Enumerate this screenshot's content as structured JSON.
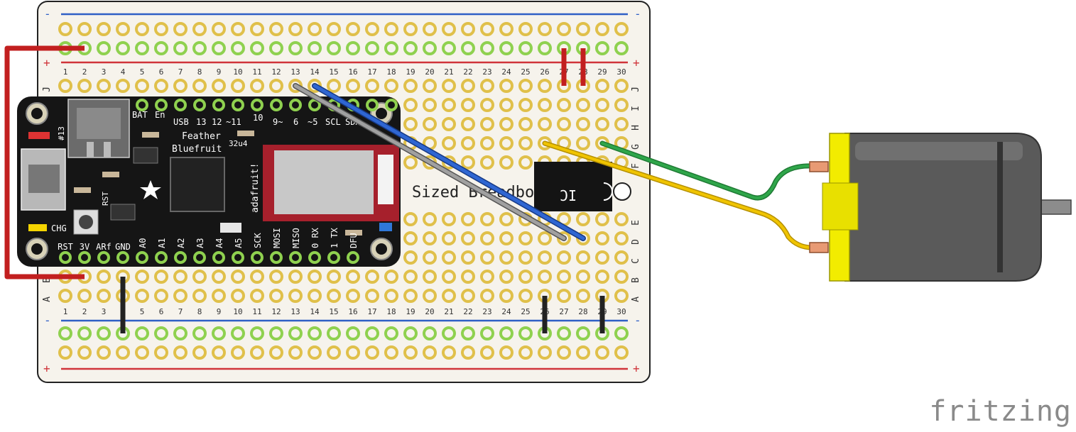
{
  "brand": "fritzing",
  "breadboard": {
    "title": "Sized Breadboard",
    "columns": [
      "1",
      "2",
      "3",
      "4",
      "5",
      "6",
      "7",
      "8",
      "9",
      "10",
      "11",
      "12",
      "13",
      "14",
      "15",
      "16",
      "17",
      "18",
      "19",
      "20",
      "21",
      "22",
      "23",
      "24",
      "25",
      "26",
      "27",
      "28",
      "29",
      "30"
    ],
    "top_rows": [
      "J",
      "I",
      "H",
      "G",
      "F"
    ],
    "bottom_rows": [
      "E",
      "D",
      "C",
      "B",
      "A"
    ],
    "rail_plus": "+",
    "rail_minus": "-",
    "colors": {
      "board": "#f6f3ec",
      "hole_top": "#8fd14f",
      "hole_bus": "#e0c04a",
      "rail_red": "#d0343a",
      "rail_blue": "#2f5fc6"
    }
  },
  "feather": {
    "top_labels": [
      "BAT",
      "En",
      "USB",
      "13",
      "12",
      "~11",
      "10",
      "9~",
      "6",
      "~5",
      "SCL",
      "SDA"
    ],
    "name_line1": "Feather",
    "name_line2": "Bluefruit",
    "chip_label": "32u4",
    "brand_label": "adafruit!",
    "bottom_labels": [
      "RST",
      "3V",
      "ARf",
      "GND",
      "A0",
      "A1",
      "A2",
      "A3",
      "A4",
      "A5",
      "SCK",
      "MOSI",
      "MISO",
      "0 RX",
      "1 TX",
      "DFU"
    ],
    "side_labels": [
      "#13",
      "RST",
      "CHG"
    ]
  },
  "ic": {
    "label": "IC"
  },
  "motor": {
    "color_cap": "#f2ec00",
    "color_body": "#5a5a5a"
  },
  "wires": {
    "red": "#c21f1f",
    "black": "#222222",
    "blue": "#2f66d2",
    "gray": "#8a8a8a",
    "green": "#2fa64a",
    "yellow": "#f0c400"
  }
}
